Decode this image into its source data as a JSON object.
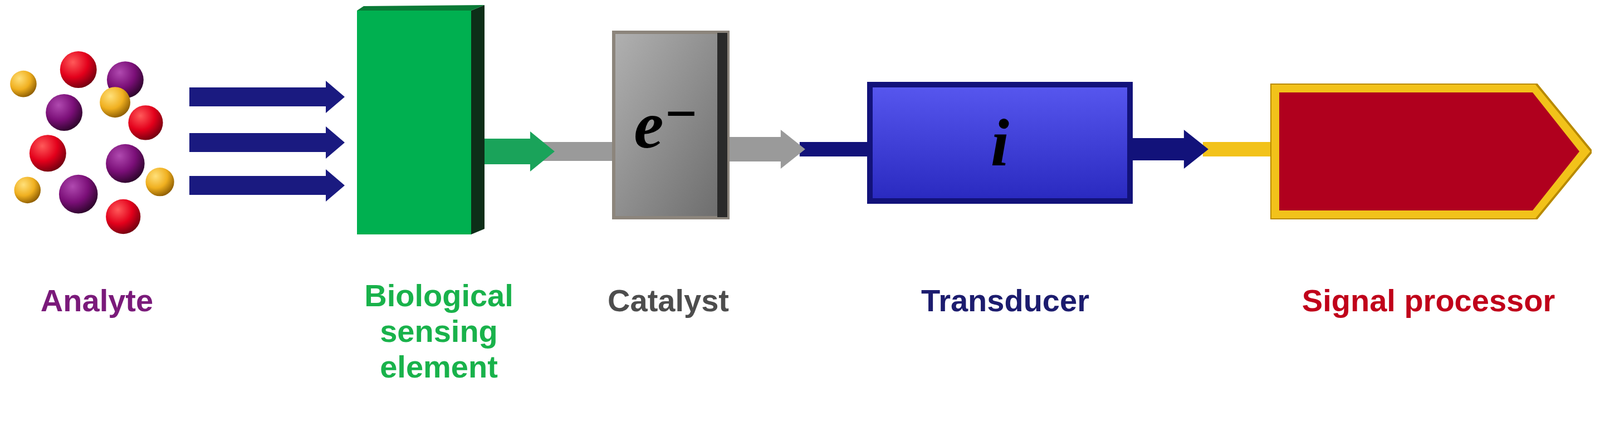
{
  "diagram": {
    "nodes": [
      {
        "text": [
          "Analyte"
        ]
      },
      {
        "text": [
          "Biological sensing element"
        ]
      },
      {
        "text": [
          "e⁻",
          "Catalyst"
        ]
      },
      {
        "text": [
          "i",
          "Transducer"
        ]
      },
      {
        "text": [
          "Signal processor"
        ]
      }
    ],
    "edges": [
      {
        "from": 0,
        "to": 1,
        "arrow": "to"
      },
      {
        "from": 0,
        "to": 1,
        "arrow": "to"
      },
      {
        "from": 0,
        "to": 1,
        "arrow": "to"
      },
      {
        "from": 1,
        "to": 2,
        "arrow": "to"
      },
      {
        "from": 2,
        "to": 3,
        "arrow": "to"
      },
      {
        "from": 3,
        "to": 4,
        "arrow": "to"
      }
    ]
  }
}
